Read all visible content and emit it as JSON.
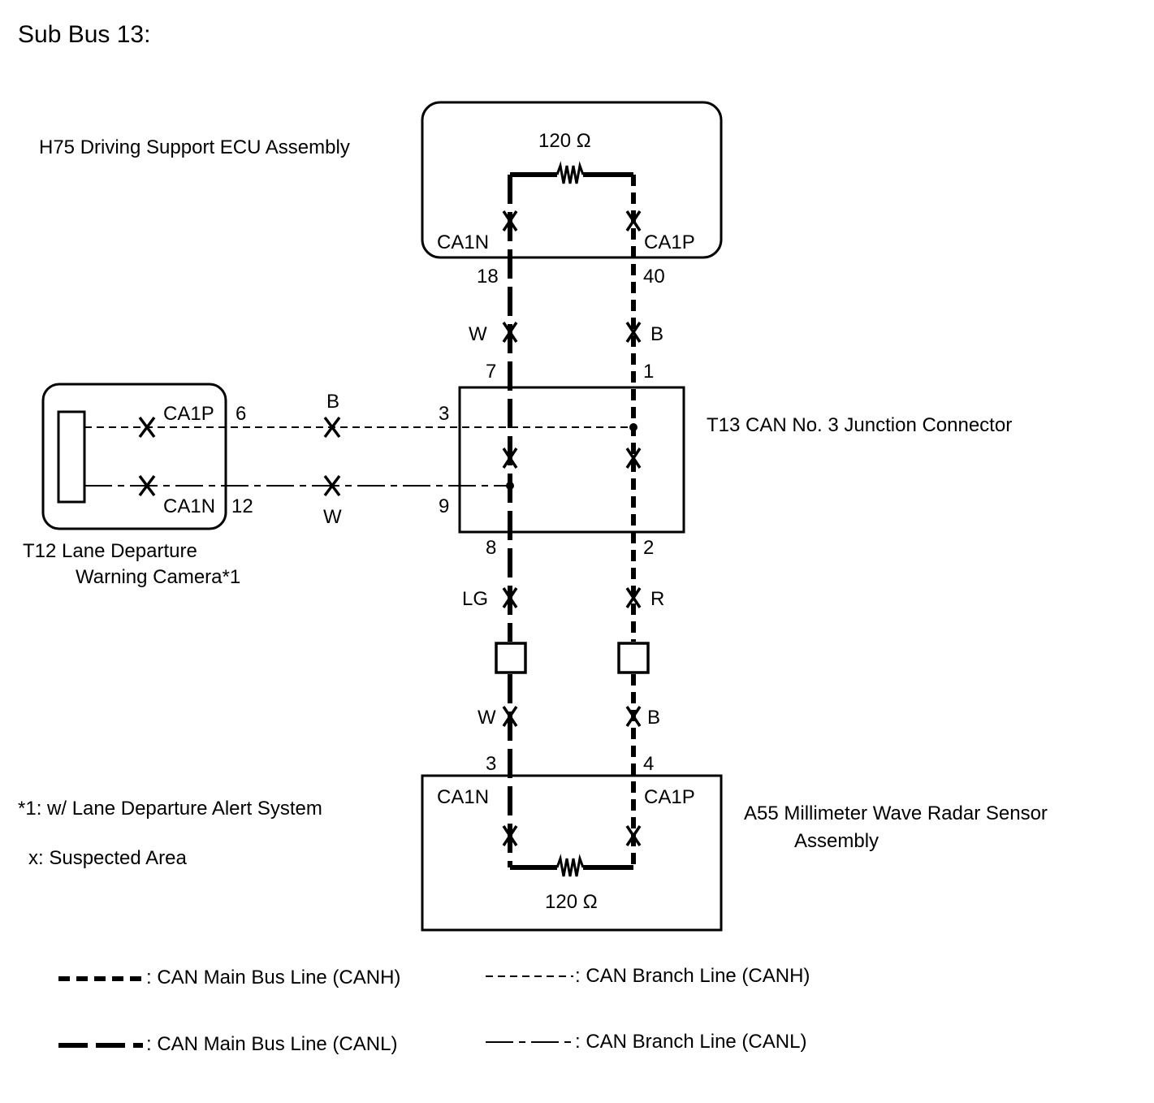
{
  "title": "Sub Bus 13:",
  "components": {
    "h75": {
      "label": "H75  Driving Support ECU Assembly",
      "resistor": "120 Ω",
      "pin_left": "CA1N",
      "pin_right": "CA1P"
    },
    "t13": {
      "label": "T13  CAN No. 3 Junction Connector"
    },
    "t12": {
      "label_line1": "T12  Lane Departure",
      "label_line2": "Warning Camera*1",
      "pin_top": "CA1P",
      "pin_bottom": "CA1N"
    },
    "a55": {
      "label_line1": "A55  Millimeter Wave Radar Sensor",
      "label_line2": "Assembly",
      "resistor": "120 Ω",
      "pin_left": "CA1N",
      "pin_right": "CA1P"
    }
  },
  "terminals": {
    "h75_left": "18",
    "h75_right": "40",
    "t13_top_left": "7",
    "t13_top_right": "1",
    "t13_branch_high": "3",
    "t13_branch_low": "9",
    "t13_bottom_left": "8",
    "t13_bottom_right": "2",
    "t12_high": "6",
    "t12_low": "12",
    "a55_left": "3",
    "a55_right": "4"
  },
  "wire_colors": {
    "upper_left": "W",
    "upper_right": "B",
    "branch_high": "B",
    "branch_low": "W",
    "middle_left": "LG",
    "middle_right": "R",
    "lower_left": "W",
    "lower_right": "B"
  },
  "notes": {
    "footnote": "*1: w/ Lane Departure Alert System",
    "suspected": "x: Suspected Area"
  },
  "legend": [
    {
      "key": "main_canh",
      "label": ": CAN Main Bus Line (CANH)"
    },
    {
      "key": "branch_canh",
      "label": ": CAN Branch Line (CANH)"
    },
    {
      "key": "main_canl",
      "label": ": CAN Main Bus Line (CANL)"
    },
    {
      "key": "branch_canl",
      "label": ": CAN Branch Line (CANL)"
    }
  ]
}
